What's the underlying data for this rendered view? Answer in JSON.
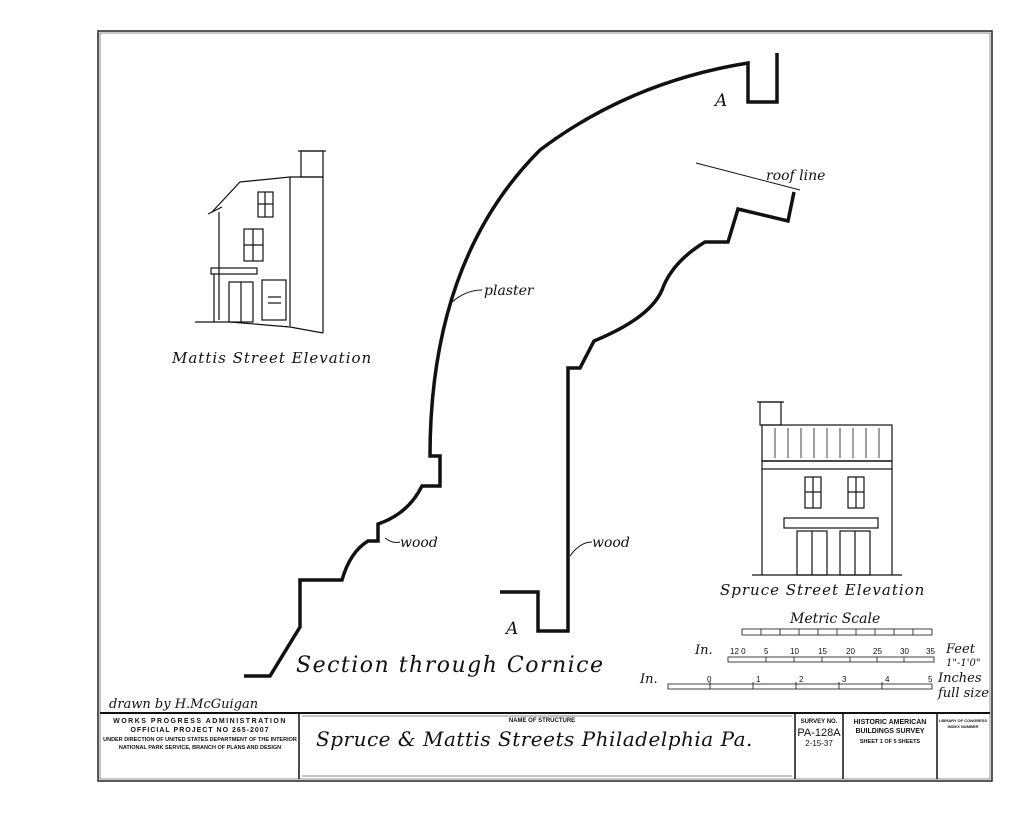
{
  "drawing": {
    "main_title": "Section through Cornice",
    "labels": {
      "section_a_top": "A",
      "section_a_bottom": "A",
      "roof_line": "roof line",
      "plaster": "plaster",
      "wood_left": "wood",
      "wood_right": "wood"
    },
    "mattis_elevation_caption": "Mattis Street Elevation",
    "spruce_elevation_caption": "Spruce Street Elevation",
    "drawn_by": "drawn by H.McGuigan"
  },
  "scales": {
    "metric_title": "Metric Scale",
    "feet_prefix": "In.",
    "feet_ticks": [
      "12 0",
      "5",
      "10",
      "15",
      "20",
      "25",
      "30",
      "35"
    ],
    "feet_unit": "Feet",
    "feet_ratio": "1\"-1'0\"",
    "inches_prefix": "In.",
    "inches_ticks": [
      "0",
      "1",
      "2",
      "3",
      "4",
      "5"
    ],
    "inches_unit_line1": "Inches",
    "inches_unit_line2": "full size"
  },
  "title_block": {
    "wpa_line1": "WORKS PROGRESS ADMINISTRATION",
    "wpa_line2": "OFFICIAL PROJECT NO 265-2007",
    "wpa_line3": "UNDER DIRECTION OF UNITED STATES DEPARTMENT OF THE INTERIOR",
    "wpa_line4": "NATIONAL PARK SERVICE, BRANCH OF PLANS AND DESIGN",
    "name_label": "NAME OF STRUCTURE",
    "structure_name": "Spruce & Mattis Streets Philadelphia Pa.",
    "survey_label": "SURVEY NO.",
    "survey_no": "PA-128A",
    "survey_date": "2-15-37",
    "habs_line1": "HISTORIC AMERICAN",
    "habs_line2": "BUILDINGS SURVEY",
    "sheet_line": "SHEET 1 OF 5 SHEETS",
    "loc_line1": "LIBRARY OF CONGRESS",
    "loc_line2": "INDEX NUMBER"
  }
}
